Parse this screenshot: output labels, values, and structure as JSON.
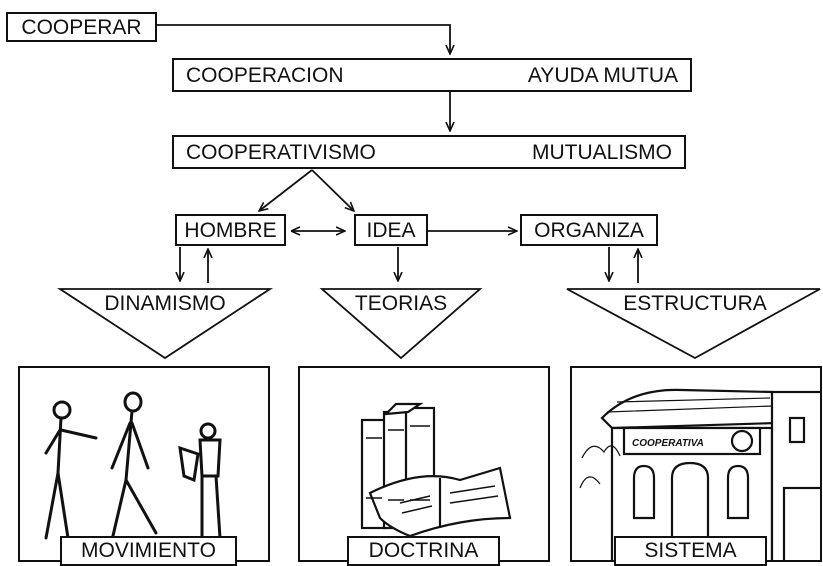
{
  "nodes": {
    "cooperar": "COOPERAR",
    "cooperacion": "COOPERACION",
    "ayuda_mutua": "AYUDA MUTUA",
    "cooperativismo": "COOPERATIVISMO",
    "mutualismo": "MUTUALISMO",
    "hombre": "HOMBRE",
    "idea": "IDEA",
    "organiza": "ORGANIZA",
    "dinamismo": "DINAMISMO",
    "teorias": "TEORIAS",
    "estructura": "ESTRUCTURA"
  },
  "panels": {
    "movimiento": "MOVIMIENTO",
    "doctrina": "DOCTRINA",
    "sistema": "SISTEMA",
    "building_sign": "COOPERATIVA"
  }
}
